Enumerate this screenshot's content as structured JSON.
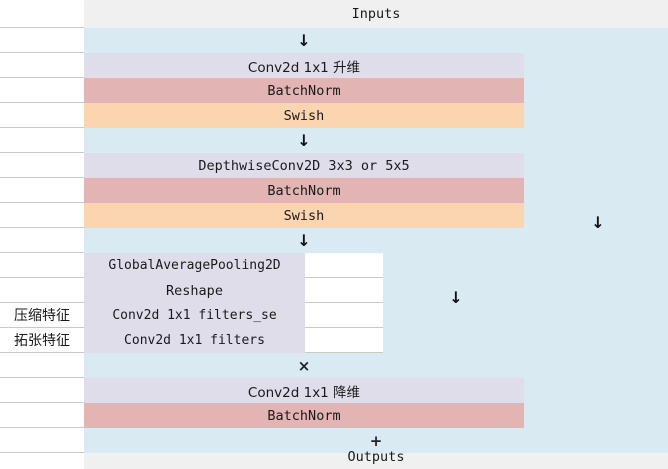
{
  "diagram": {
    "title_row": {
      "label": "Inputs"
    },
    "footer_row": {
      "label": "Outputs"
    },
    "side_labels": [
      {
        "label": "压缩特征"
      },
      {
        "label": "拓张特征"
      }
    ],
    "symbols": {
      "arrow_down": "↓",
      "multiply": "×",
      "plus": "+"
    },
    "blocks": [
      {
        "label": "Inputs",
        "color": "#f0f0f0"
      },
      {
        "label": "↓",
        "color": "#d9eaf2"
      },
      {
        "label": "Conv2d 1x1 升维",
        "color": "#e0ddeb"
      },
      {
        "label": "BatchNorm",
        "color": "#e3b4b4"
      },
      {
        "label": "Swish",
        "color": "#fbd4b0"
      },
      {
        "label": "↓",
        "color": "#d9eaf2"
      },
      {
        "label": "DepthwiseConv2D 3x3 or 5x5",
        "color": "#e0ddeb"
      },
      {
        "label": "BatchNorm",
        "color": "#e3b4b4"
      },
      {
        "label": "Swish",
        "color": "#fbd4b0"
      },
      {
        "label": "↓",
        "color": "#d9eaf2"
      },
      {
        "label": "GlobalAveragePooling2D",
        "color": "#e0ddeb"
      },
      {
        "label": "Reshape",
        "color": "#e0ddeb"
      },
      {
        "label": "Conv2d 1x1 filters_se",
        "color": "#e0ddeb"
      },
      {
        "label": "Conv2d 1x1 filters",
        "color": "#e0ddeb"
      },
      {
        "label": "×",
        "color": "#d9eaf2"
      },
      {
        "label": "Conv2d 1x1 降维",
        "color": "#e0ddeb"
      },
      {
        "label": "BatchNorm",
        "color": "#e3b4b4"
      },
      {
        "label": "+",
        "color": "#d9eaf2"
      },
      {
        "label": "Outputs",
        "color": "#f0f0f0"
      }
    ],
    "floating_arrows": [
      {
        "label": "↓"
      },
      {
        "label": "↓"
      }
    ]
  }
}
